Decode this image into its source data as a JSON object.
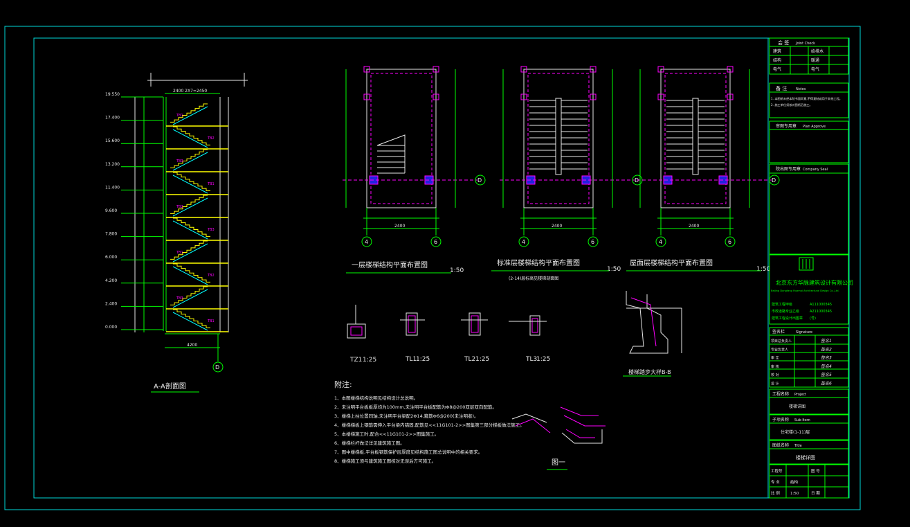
{
  "drawing": {
    "section": {
      "title": "A-A剖面图",
      "levels": [
        "19.550",
        "17.400",
        "15.600",
        "13.200",
        "11.400",
        "9.600",
        "7.800",
        "6.000",
        "4.200",
        "2.400",
        "0.000"
      ],
      "dims_top": "2400  2X7=2450",
      "dims_bottom": "4200",
      "axis": "D"
    },
    "plans": [
      {
        "title": "一层楼梯结构平面布置图",
        "scale": "1:50",
        "axes": [
          "4",
          "6"
        ],
        "row_axis": "D",
        "width": "2400"
      },
      {
        "title": "标准层楼梯结构平面布置图",
        "scale": "1:50",
        "axes": [
          "4",
          "6"
        ],
        "row_axis": "D",
        "width": "2400",
        "subtitle": "(2-14)层标高见楼梯剖面图"
      },
      {
        "title": "屋面层楼梯结构平面布置图",
        "scale": "1:50",
        "axes": [
          "4",
          "6"
        ],
        "row_axis": "D",
        "width": "2400"
      }
    ],
    "sections_small": [
      {
        "label": "TZ1",
        "scale": "1:25"
      },
      {
        "label": "TL1",
        "scale": "1:25"
      },
      {
        "label": "TL2",
        "scale": "1:25"
      },
      {
        "label": "TL3",
        "scale": "1:25"
      }
    ],
    "detail_b": {
      "title": "楼梯踏步大样B-B"
    },
    "fig1": {
      "title": "图一"
    },
    "notes": {
      "title": "附注:",
      "items": [
        "1、本图楼梯结构说明见结构设计总说明。",
        "2、未注明平台板板厚均为100mm,未注明平台板配筋为Φ8@200双层双向配筋。",
        "3、楼梯上柱位置同轴,未注明平台梁配2Φ14,箍筋Φ6@200(未注明者)。",
        "4、楼梯梯板上钢筋需伸入平台梁内锚固,配筋见<<11G101-2>>图集第三部分梯板做法施工。",
        "5、本楼梯施工时,配合<<11G101-2>>图集施工。",
        "6、楼梯栏杆做法详见建筑施工图。",
        "7、图中楼梯板,平台板钢筋保护层厚度见结构施工图总说明中的相关要求。",
        "8、楼梯施工须与建筑施工图核对无误后方可施工。"
      ]
    }
  },
  "title_block": {
    "seal_rows": [
      {
        "cn": "会 签",
        "en": "Joint Check"
      },
      {
        "cn": "建筑",
        "en": "",
        "c2": "给排水"
      },
      {
        "cn": "结构",
        "en": "",
        "c2": "暖通"
      },
      {
        "cn": "电气",
        "en": "",
        "c2": "电气"
      }
    ],
    "notes_head": {
      "cn": "备 注",
      "en": "Notes"
    },
    "notes_lines": [
      "1. 本图纸未经本院书面同意,不得复制或用于其他工程。",
      "2. 施工单位须核对图纸后施工。"
    ],
    "stamp_head": {
      "cn": "审图专用章",
      "en": "Plan Approve"
    },
    "seal_head": {
      "cn": "院出图专用章",
      "en": "Company Seal"
    },
    "company_cn": "北京东方华脉建筑设计有限公司",
    "company_en": "Beijing Dongfang Huamai Architectural Design Co.,Ltd.",
    "qualifications": [
      {
        "k": "建筑工程甲级",
        "v": "A111000345"
      },
      {
        "k": "市政道路专业乙级",
        "v": "A211000345"
      },
      {
        "k": "建筑工程设计出图章",
        "v": "(号)"
      }
    ],
    "sign_head": {
      "cn": "签名栏",
      "en": "Signature"
    },
    "sign_rows": [
      {
        "role": "项目总负责人",
        "name": "签名1"
      },
      {
        "role": "专业负责人",
        "name": "签名2"
      },
      {
        "role": "审 定",
        "name": "签名3"
      },
      {
        "role": "审 核",
        "name": "签名4"
      },
      {
        "role": "校 对",
        "name": "签名5"
      },
      {
        "role": "设 计",
        "name": "签名6"
      }
    ],
    "project_head": {
      "cn": "工程名称",
      "en": "Project"
    },
    "project_name": "楼梯详图",
    "sub_head": {
      "cn": "子项名称",
      "en": "Sub-Item"
    },
    "sub_name": "住宅楼(1-11)层",
    "drawing_head": {
      "cn": "图纸名称",
      "en": "Title"
    },
    "drawing_name": "楼梯详图",
    "bottom": [
      {
        "k": "工程号",
        "v": ""
      },
      {
        "k": "图 号",
        "v": ""
      },
      {
        "k": "专 业",
        "v": "结构"
      },
      {
        "k": "比 例",
        "v": "1:50"
      },
      {
        "k": "日 期",
        "v": ""
      }
    ]
  },
  "colors": {
    "frame": "#00ffff",
    "line": "#00ff00",
    "accent": "#ffff00",
    "magenta": "#ff00ff",
    "blue": "#3333ff"
  }
}
